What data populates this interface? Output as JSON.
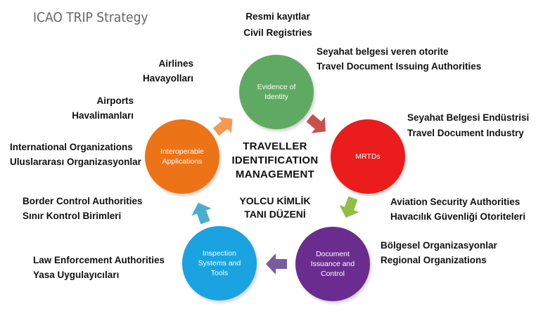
{
  "title": "ICAO TRIP Strategy",
  "center": {
    "en_line1": "TRAVELLER",
    "en_line2": "IDENTIFICATION",
    "en_line3": "MANAGEMENT",
    "tr_line1": "YOLCU KİMLİK",
    "tr_line2": "TANI DÜZENİ"
  },
  "circles": {
    "evidence": {
      "line1": "Evidence of",
      "line2": "Identity",
      "color": "#5faa62"
    },
    "mrtds": {
      "line1": "MRTDs",
      "color": "#ea1c1c"
    },
    "document": {
      "line1": "Document",
      "line2": "Issuance and",
      "line3": "Control",
      "color": "#6a2d8f"
    },
    "inspection": {
      "line1": "Inspection",
      "line2": "Systems and",
      "line3": "Tools",
      "color": "#1aa3e0"
    },
    "interop": {
      "line1": "Interoperable",
      "line2": "Applications",
      "color": "#ed7317"
    }
  },
  "labels": {
    "civil": {
      "tr": "Resmi kayıtlar",
      "en": "Civil Registries"
    },
    "travel_doc_auth": {
      "tr": "Seyahat belgesi veren otorite",
      "en": "Travel Document Issuing  Authorities"
    },
    "travel_doc_industry": {
      "tr": "Seyahat Belgesi Endüstrisi",
      "en": "Travel Document Industry"
    },
    "aviation": {
      "en": "Aviation Security Authorities",
      "tr": "Havacılık Güvenliği Otoriteleri"
    },
    "regional": {
      "tr": "Bölgesel Organizasyonlar",
      "en": "Regional Organizations"
    },
    "law": {
      "en": "Law Enforcement Authorities",
      "tr": "Yasa Uygulayıcıları"
    },
    "border": {
      "en": "Border Control Authorities",
      "tr": "Sınır Kontrol Birimleri"
    },
    "intl": {
      "en": "International Organizations",
      "tr": "Uluslararası Organizasyonlar"
    },
    "airports": {
      "en": "Airports",
      "tr": "Havalimanları"
    },
    "airlines": {
      "en": "Airlines",
      "tr": "Havayolları"
    }
  },
  "arrow_colors": {
    "evidence_to_mrtds": "#c9504c",
    "mrtds_to_document": "#8fbf47",
    "document_to_inspection": "#7b5b9e",
    "inspection_to_interop": "#4aaed0",
    "interop_to_evidence": "#f49a52"
  }
}
